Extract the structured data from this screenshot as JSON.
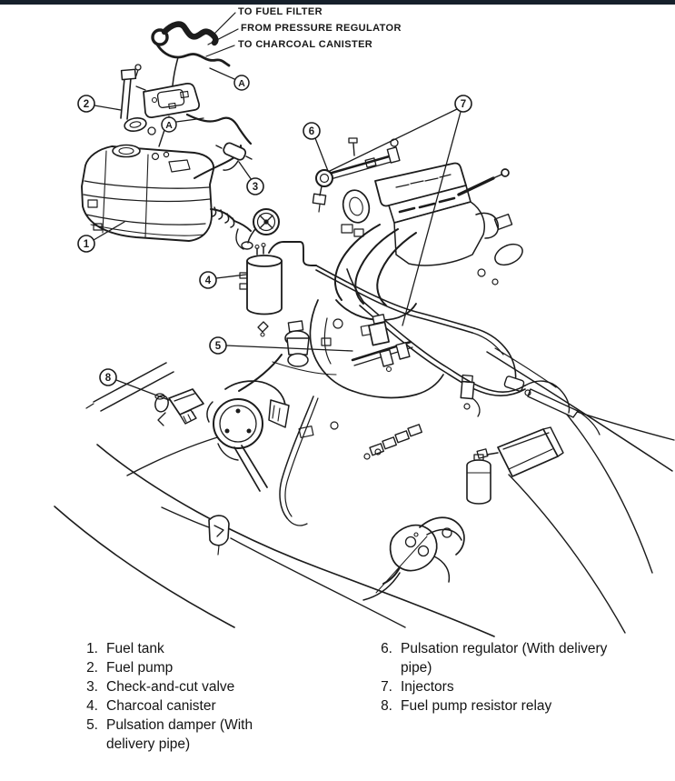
{
  "page": {
    "title": "Fuel system exploded diagram",
    "top_bar_color": "#16202b",
    "ink_color": "#1c1c1c",
    "background": "#ffffff"
  },
  "diagram": {
    "hose_labels": [
      {
        "text": "TO FUEL FILTER"
      },
      {
        "text": "FROM PRESSURE REGULATOR"
      },
      {
        "text": "TO CHARCOAL CANISTER"
      }
    ],
    "callouts": [
      {
        "label": "1"
      },
      {
        "label": "2"
      },
      {
        "label": "3"
      },
      {
        "label": "4"
      },
      {
        "label": "5"
      },
      {
        "label": "6"
      },
      {
        "label": "7"
      },
      {
        "label": "8"
      },
      {
        "label": "A"
      },
      {
        "label": "A"
      }
    ]
  },
  "legend": {
    "left": [
      {
        "num": "1.",
        "text": "Fuel tank"
      },
      {
        "num": "2.",
        "text": "Fuel pump"
      },
      {
        "num": "3.",
        "text": "Check-and-cut valve"
      },
      {
        "num": "4.",
        "text": "Charcoal canister"
      },
      {
        "num": "5.",
        "text": "Pulsation damper (With delivery pipe)"
      }
    ],
    "right": [
      {
        "num": "6.",
        "text": "Pulsation regulator (With delivery pipe)"
      },
      {
        "num": "7.",
        "text": "Injectors"
      },
      {
        "num": "8.",
        "text": "Fuel pump resistor relay"
      }
    ]
  }
}
